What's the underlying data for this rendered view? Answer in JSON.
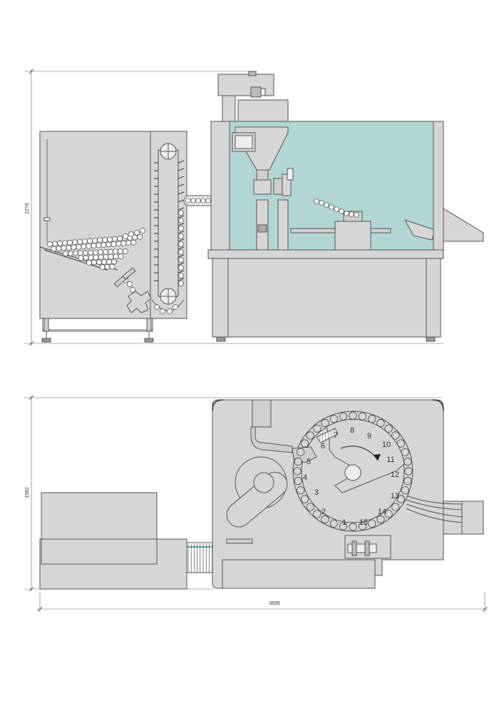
{
  "dimensions": {
    "height_side": "2276",
    "height_top": "1582",
    "width_total": "3695"
  },
  "station_numbers": [
    "1",
    "2",
    "3",
    "4",
    "5",
    "6",
    "7",
    "8",
    "9",
    "10",
    "11",
    "12",
    "13",
    "14",
    "15"
  ],
  "colors": {
    "machine_fill": "#d6d6d6",
    "machine_stroke": "#555555",
    "glass_fill": "#b2d6d4",
    "line": "#444444",
    "background": "#ffffff"
  }
}
